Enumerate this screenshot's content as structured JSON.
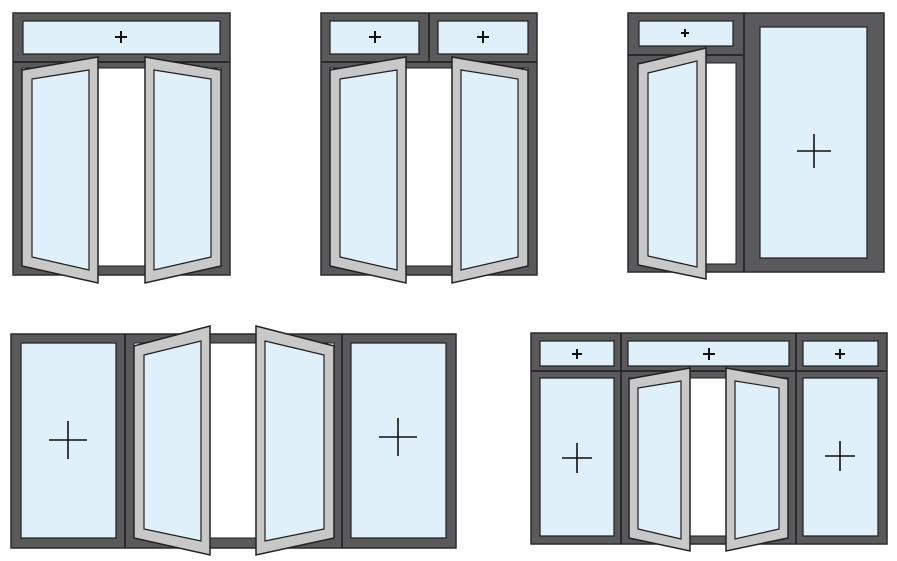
{
  "colors": {
    "frame": "#5a5a5c",
    "frame_stroke": "#2a2a2a",
    "glass": "#dff0fb",
    "sash": "#c8c8c8",
    "sash_stroke": "#222222",
    "opening": "#ffffff",
    "mark": "#111111"
  },
  "legend_symbol": "+",
  "diagrams": [
    {
      "id": "double-casement-transom",
      "panes": [
        "transom-fixed",
        "sash-left",
        "sash-right"
      ]
    },
    {
      "id": "double-casement-split-transom",
      "panes": [
        "transom-fixed",
        "transom-fixed",
        "sash-left",
        "sash-right"
      ]
    },
    {
      "id": "casement-with-side-light",
      "panes": [
        "transom-fixed",
        "sash-left",
        "fixed-light"
      ]
    },
    {
      "id": "four-panel-center-casement",
      "panes": [
        "fixed-light",
        "sash-left",
        "sash-right",
        "fixed-light"
      ]
    },
    {
      "id": "five-panel-center-casement-transom",
      "panes": [
        "transom-fixed",
        "transom-fixed",
        "transom-fixed",
        "fixed-light",
        "sash-left",
        "sash-right",
        "fixed-light"
      ]
    }
  ]
}
